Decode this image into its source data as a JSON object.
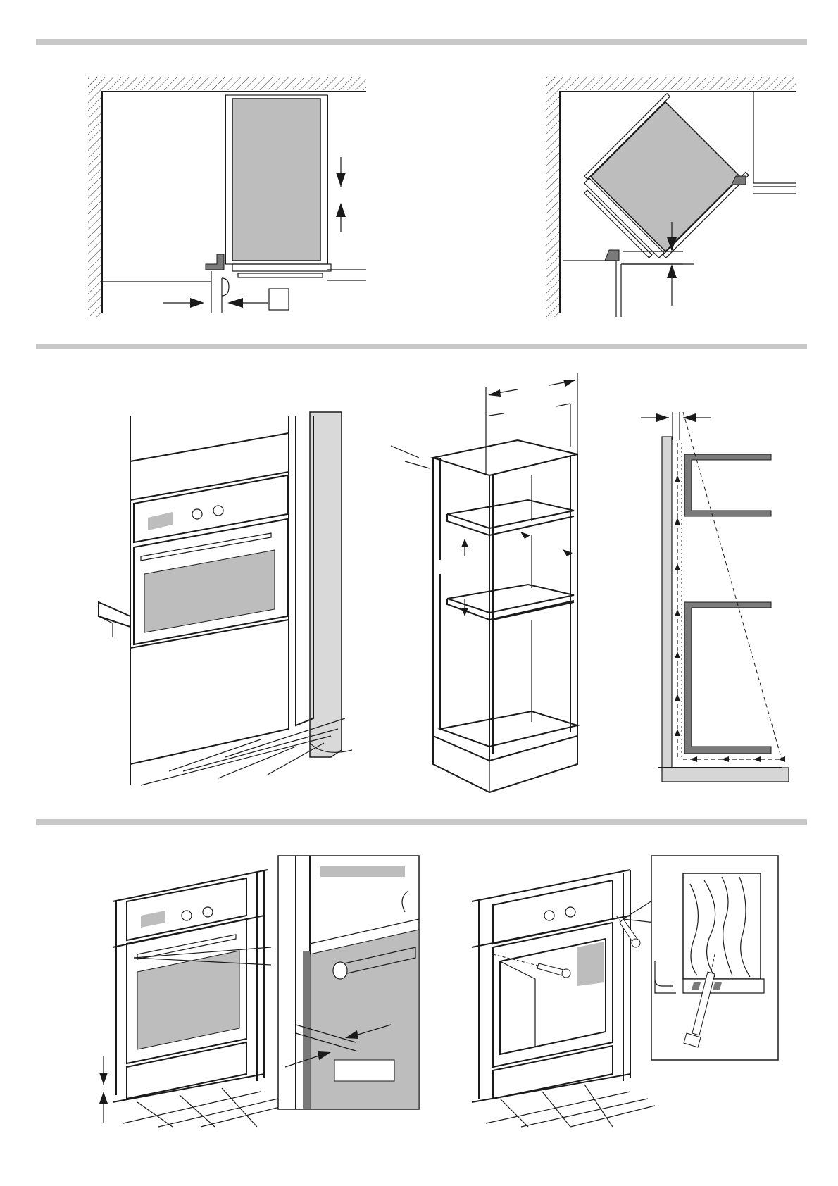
{
  "page": {
    "sections": [
      {
        "id": "corner-installation"
      },
      {
        "id": "tall-cabinet-installation"
      },
      {
        "id": "fixing-installation"
      }
    ]
  },
  "labels": {
    "label_box_1": "",
    "label_box_2": ""
  },
  "colors": {
    "rule": "#c8c8c8",
    "panel": "#bdbdbd",
    "dark": "#7a7a7a",
    "ink": "#1a1a1a"
  }
}
